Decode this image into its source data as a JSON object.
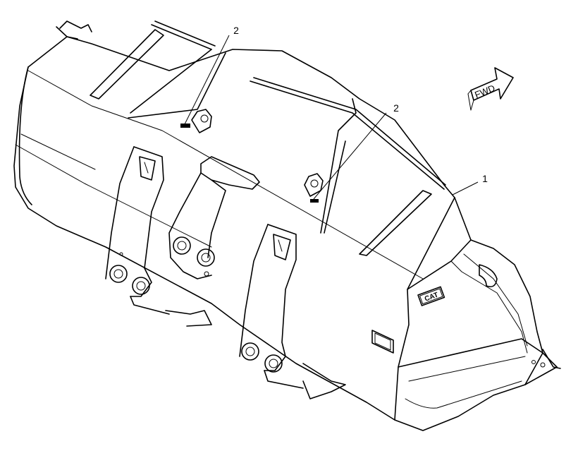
{
  "callouts": {
    "bucket": "1",
    "decal_left": "2",
    "decal_right": "2"
  },
  "direction_arrow": {
    "label": "FWD"
  },
  "logo": {
    "text": "CAT"
  }
}
